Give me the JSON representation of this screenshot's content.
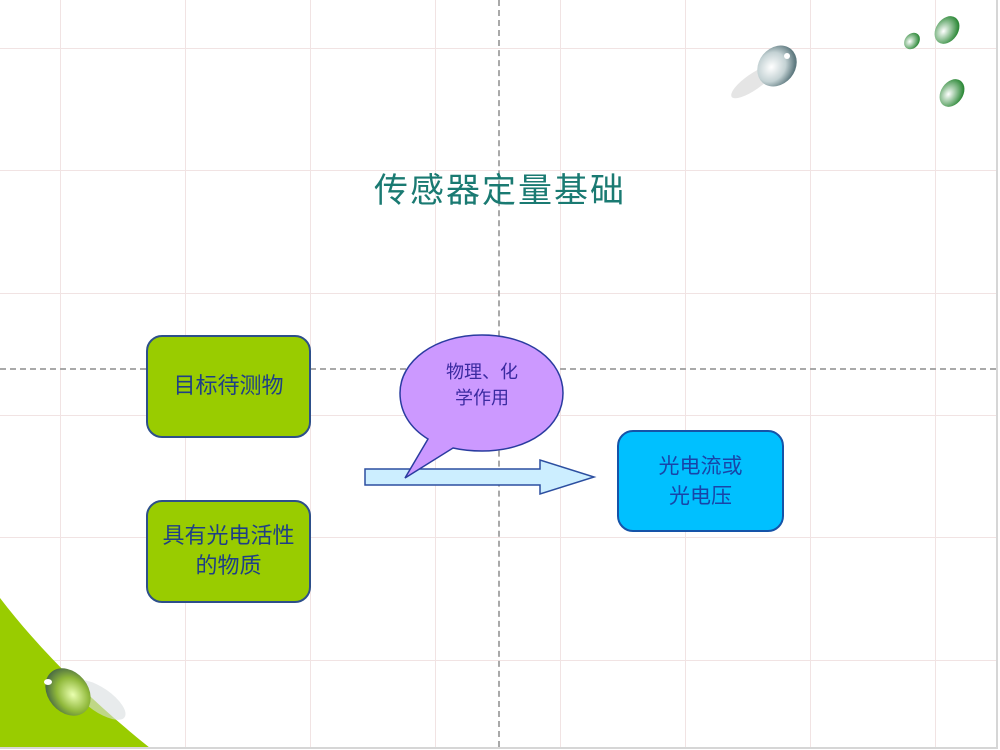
{
  "slide": {
    "title": "传感器定量基础",
    "colors": {
      "title": "#1a7a72",
      "green_box": "#99cc00",
      "cyan_box": "#00c0ff",
      "bubble": "#cc99ff",
      "arrow": "#cceeff",
      "corner": "#99cc00"
    }
  },
  "diagram": {
    "nodes": [
      {
        "id": "target",
        "label": "目标待测物"
      },
      {
        "id": "photoactive",
        "label_line1": "具有光电活性",
        "label_line2": "的物质"
      },
      {
        "id": "output",
        "label_line1": "光电流或",
        "label_line2": "光电压"
      }
    ],
    "callout": {
      "line1": "物理、化",
      "line2": "学作用"
    },
    "arrow": {
      "from": "inputs",
      "to": "output"
    }
  }
}
